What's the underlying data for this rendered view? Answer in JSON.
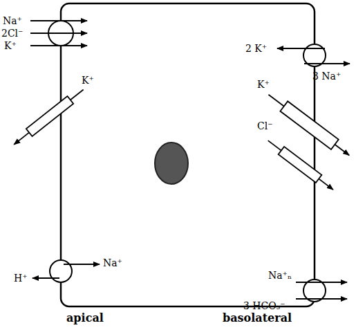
{
  "diagram": {
    "labels": [
      "Na⁺",
      "2Cl⁻",
      "K⁺",
      "K⁺",
      "H⁺",
      "Na⁺",
      "2 K⁺",
      "3 Na⁺",
      "K⁺",
      "Cl⁻",
      "Na⁺ₙ",
      "3 HCO₃⁻",
      "apical",
      "basolateral"
    ]
  }
}
